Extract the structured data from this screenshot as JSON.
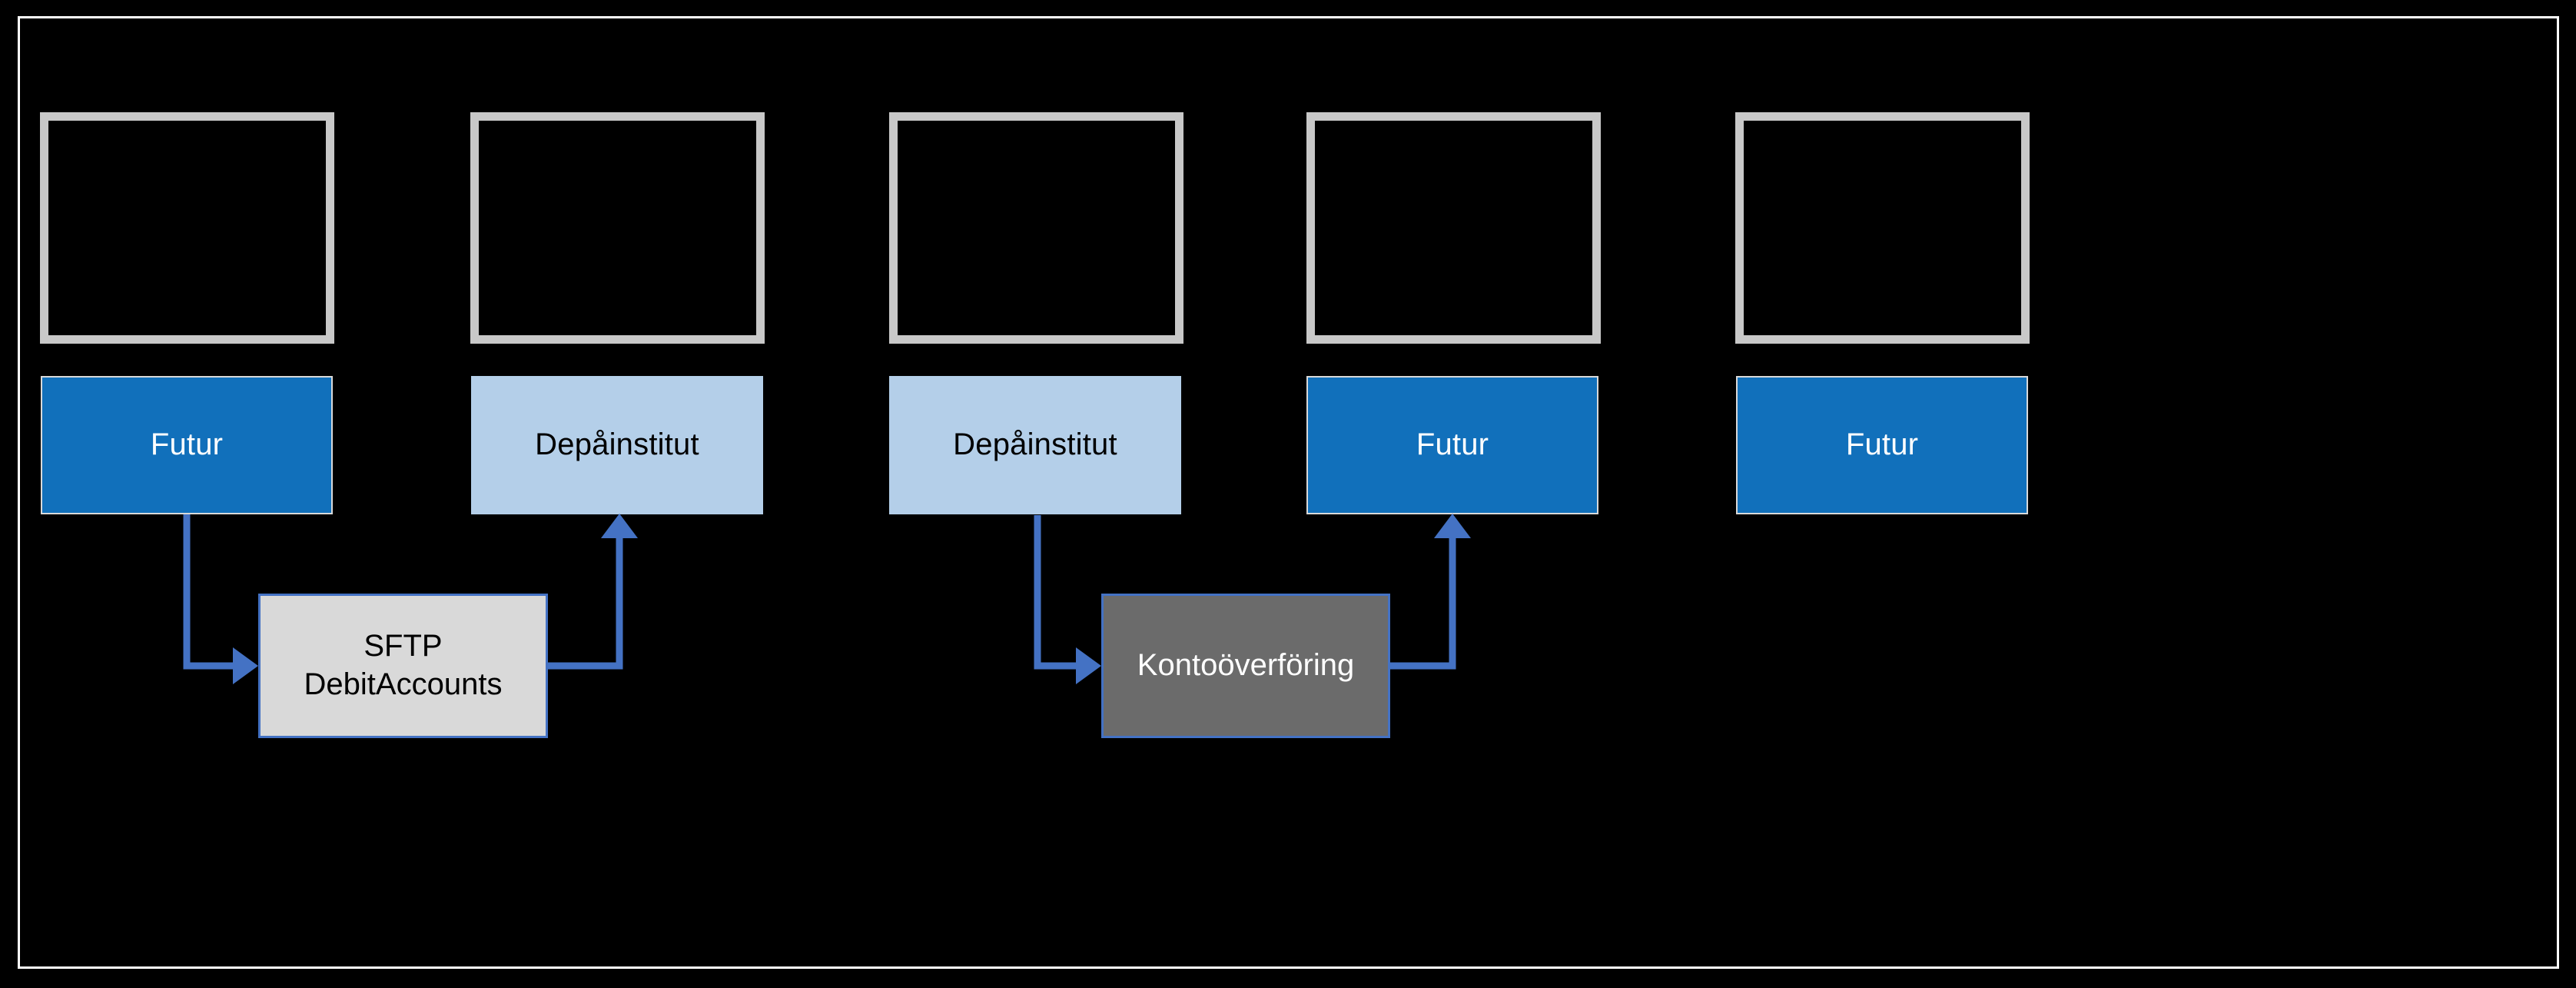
{
  "diagram": {
    "background_color": "#000000",
    "frame_border_color": "#ffffff",
    "accent_blue": "#1170bb",
    "accent_light_blue": "#b4cfe9",
    "connector_blue": "#4472c4",
    "top_box_border": "#c8c8c8",
    "process_light_fill": "#d9d9d9",
    "process_dark_fill": "#6b6b6b",
    "top_boxes": [
      {
        "id": "top-box-1",
        "label": ""
      },
      {
        "id": "top-box-2",
        "label": ""
      },
      {
        "id": "top-box-3",
        "label": ""
      },
      {
        "id": "top-box-4",
        "label": ""
      },
      {
        "id": "top-box-5",
        "label": ""
      }
    ],
    "lane_labels": [
      {
        "id": "lane-1",
        "label": "Futur",
        "style": "blue"
      },
      {
        "id": "lane-2",
        "label": "Depåinstitut",
        "style": "lightblue"
      },
      {
        "id": "lane-3",
        "label": "Depåinstitut",
        "style": "lightblue"
      },
      {
        "id": "lane-4",
        "label": "Futur",
        "style": "blue"
      },
      {
        "id": "lane-5",
        "label": "Futur",
        "style": "blue"
      }
    ],
    "process_boxes": [
      {
        "id": "process-sftp",
        "label": "SFTP\nDebitAccounts",
        "line1": "SFTP",
        "line2": "DebitAccounts",
        "style": "grey-light"
      },
      {
        "id": "process-kontooverforing",
        "label": "Kontoöverföring",
        "line1": "Kontoöverföring",
        "line2": "",
        "style": "grey-dark"
      }
    ],
    "connectors": [
      {
        "id": "arrow-futur-to-sftp",
        "from": "lane-1",
        "to": "process-sftp",
        "direction": "down-right"
      },
      {
        "id": "arrow-sftp-to-depainstitut",
        "from": "process-sftp",
        "to": "lane-2",
        "direction": "right-up"
      },
      {
        "id": "arrow-depainstitut-to-kontooverforing",
        "from": "lane-3",
        "to": "process-kontooverforing",
        "direction": "down-right"
      },
      {
        "id": "arrow-kontooverforing-to-futur",
        "from": "process-kontooverforing",
        "to": "lane-4",
        "direction": "right-up"
      }
    ]
  }
}
